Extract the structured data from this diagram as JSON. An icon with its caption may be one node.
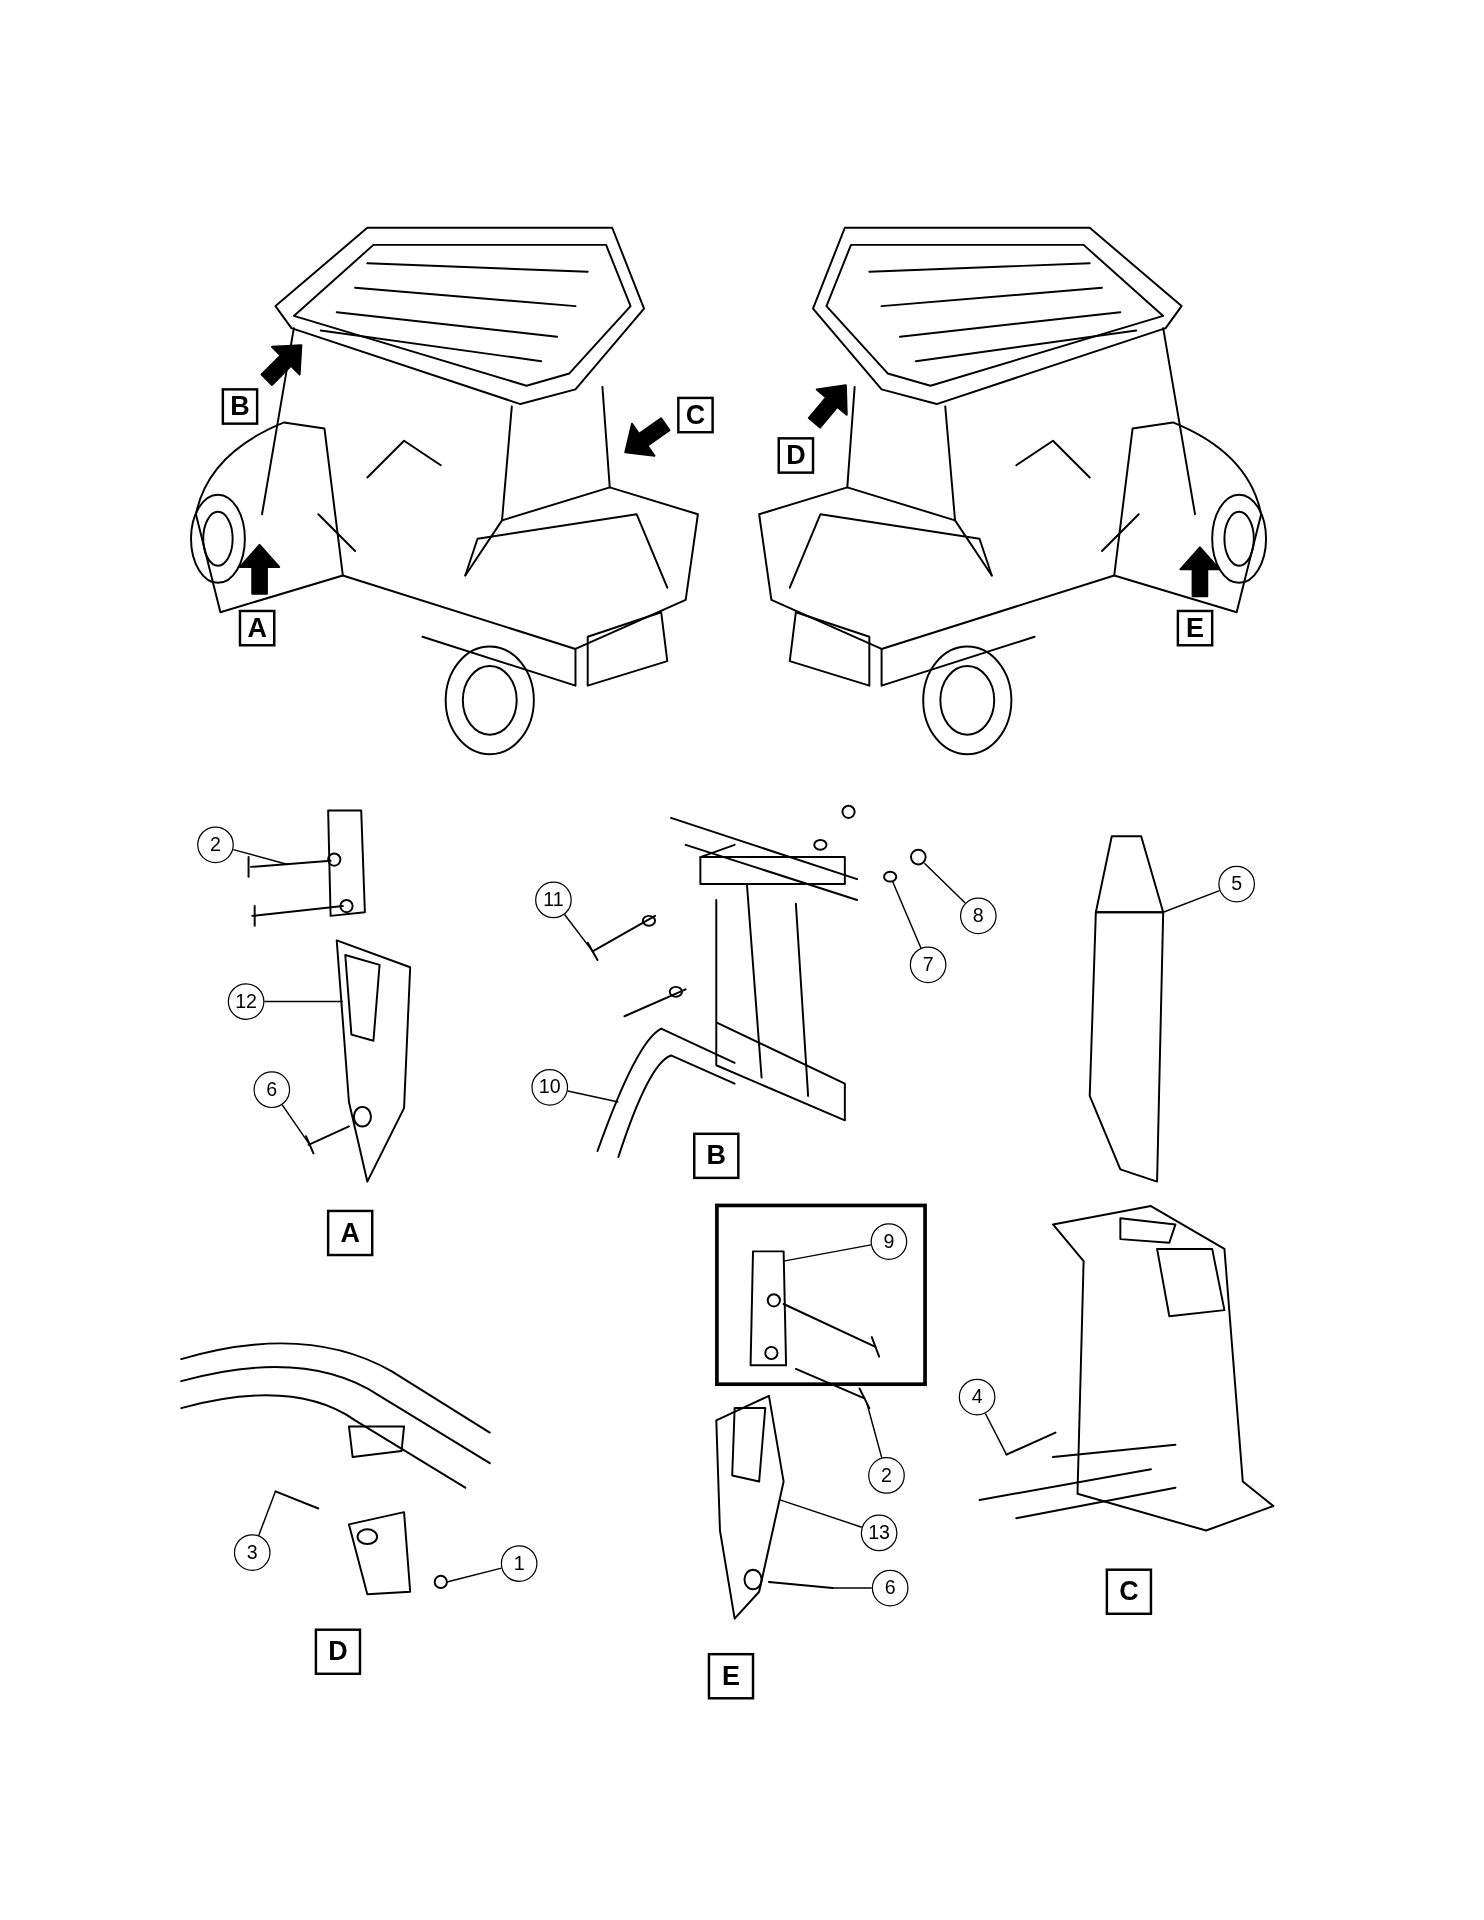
{
  "diagram": {
    "nodes": [
      {
        "text": [
          "B"
        ]
      },
      {
        "text": [
          "C"
        ]
      },
      {
        "text": [
          "D"
        ]
      },
      {
        "text": [
          "A"
        ]
      },
      {
        "text": [
          "E"
        ]
      },
      {
        "text": [
          "2"
        ]
      },
      {
        "text": [
          "12"
        ]
      },
      {
        "text": [
          "6"
        ]
      },
      {
        "text": [
          "A"
        ]
      },
      {
        "text": [
          "11"
        ]
      },
      {
        "text": [
          "8"
        ]
      },
      {
        "text": [
          "7"
        ]
      },
      {
        "text": [
          "10"
        ]
      },
      {
        "text": [
          "B"
        ]
      },
      {
        "text": [
          "5"
        ]
      },
      {
        "text": [
          "4"
        ]
      },
      {
        "text": [
          "C"
        ]
      },
      {
        "text": [
          "3"
        ]
      },
      {
        "text": [
          "1"
        ]
      },
      {
        "text": [
          "D"
        ]
      },
      {
        "text": [],
        "shape": "box"
      },
      {
        "text": [
          "9"
        ],
        "in": 20
      },
      {
        "text": [
          "2"
        ]
      },
      {
        "text": [
          "13"
        ]
      },
      {
        "text": [
          "6"
        ]
      },
      {
        "text": [
          "E"
        ]
      },
      {
        "text": [],
        "shape": "picture"
      },
      {
        "text": [],
        "shape": "picture"
      },
      {
        "text": [],
        "shape": "picture"
      },
      {
        "text": [],
        "shape": "picture"
      },
      {
        "text": [],
        "shape": "circle"
      },
      {
        "text": [],
        "shape": "circle"
      },
      {
        "text": [],
        "shape": "picture"
      },
      {
        "text": [],
        "shape": "picture"
      },
      {
        "text": [],
        "shape": "picture"
      },
      {
        "text": [],
        "shape": "picture"
      },
      {
        "text": [],
        "shape": "circle"
      },
      {
        "text": [],
        "shape": "picture",
        "in": 20
      },
      {
        "text": [],
        "shape": "picture"
      },
      {
        "text": [],
        "shape": "picture"
      },
      {
        "text": [],
        "shape": "picture"
      }
    ],
    "edges": [
      {
        "from": 5,
        "to": 26,
        "arrow": "none"
      },
      {
        "from": 6,
        "to": 27,
        "arrow": "none"
      },
      {
        "from": 7,
        "to": 28,
        "arrow": "none"
      },
      {
        "from": 9,
        "to": 29,
        "arrow": "none"
      },
      {
        "from": 10,
        "to": 30,
        "arrow": "none"
      },
      {
        "from": 11,
        "to": 31,
        "arrow": "none"
      },
      {
        "from": 12,
        "to": 32,
        "arrow": "none"
      },
      {
        "from": 14,
        "to": 33,
        "arrow": "none"
      },
      {
        "from": 15,
        "to": 34,
        "arrow": "none"
      },
      {
        "from": 17,
        "to": 35,
        "arrow": "none"
      },
      {
        "from": 18,
        "to": 36,
        "arrow": "none"
      },
      {
        "from": 21,
        "to": 37,
        "arrow": "none"
      },
      {
        "from": 22,
        "to": 38,
        "arrow": "none"
      },
      {
        "from": 23,
        "to": 39,
        "arrow": "none"
      },
      {
        "from": 24,
        "to": 40,
        "arrow": "none"
      }
    ]
  }
}
